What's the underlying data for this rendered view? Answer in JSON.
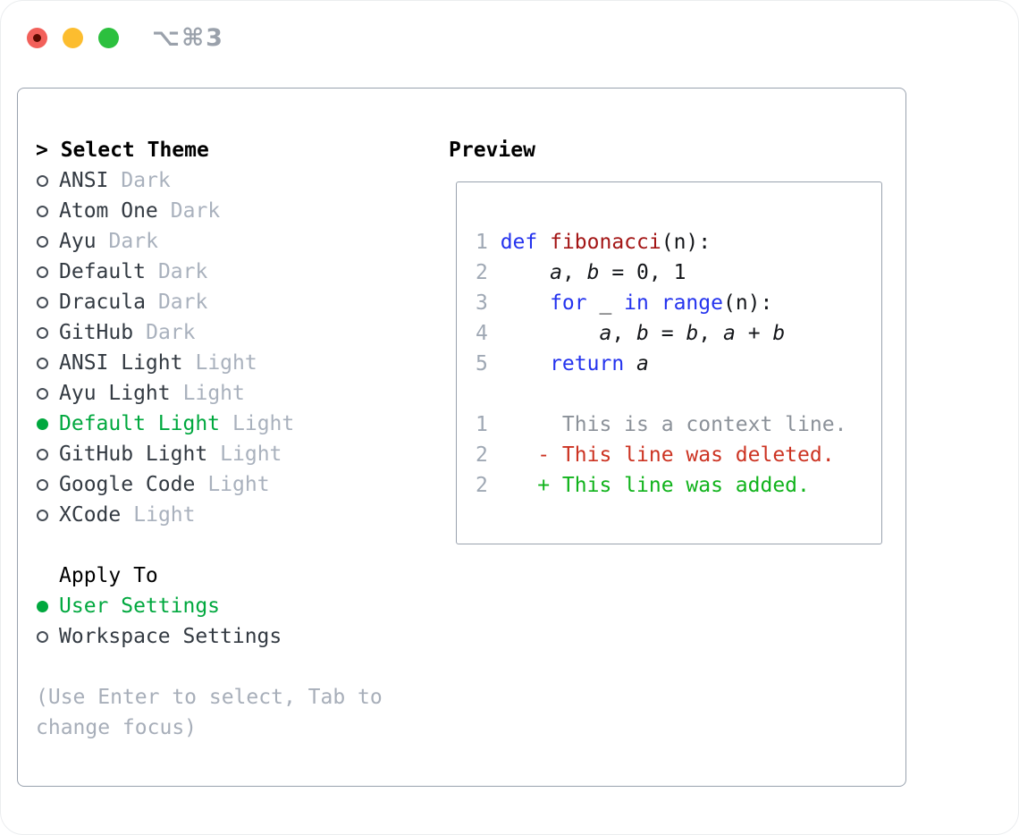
{
  "window": {
    "shortcut_label": "⌥⌘3",
    "traffic_lights": [
      {
        "name": "close",
        "color": "#f2605a"
      },
      {
        "name": "minimize",
        "color": "#fcbd2f"
      },
      {
        "name": "zoom",
        "color": "#2cc03e"
      }
    ]
  },
  "theme_panel": {
    "prompt": ">",
    "title": "Select Theme",
    "items": [
      {
        "name": "ANSI",
        "variant": "Dark",
        "selected": false
      },
      {
        "name": "Atom One",
        "variant": "Dark",
        "selected": false
      },
      {
        "name": "Ayu",
        "variant": "Dark",
        "selected": false
      },
      {
        "name": "Default",
        "variant": "Dark",
        "selected": false
      },
      {
        "name": "Dracula",
        "variant": "Dark",
        "selected": false
      },
      {
        "name": "GitHub",
        "variant": "Dark",
        "selected": false
      },
      {
        "name": "ANSI Light",
        "variant": "Light",
        "selected": false
      },
      {
        "name": "Ayu Light",
        "variant": "Light",
        "selected": false
      },
      {
        "name": "Default Light",
        "variant": "Light",
        "selected": true
      },
      {
        "name": "GitHub Light",
        "variant": "Light",
        "selected": false
      },
      {
        "name": "Google Code",
        "variant": "Light",
        "selected": false
      },
      {
        "name": "XCode",
        "variant": "Light",
        "selected": false
      }
    ],
    "apply_to": {
      "title": "Apply To",
      "options": [
        {
          "label": "User Settings",
          "selected": true
        },
        {
          "label": "Workspace Settings",
          "selected": false
        }
      ]
    },
    "help": "(Use Enter to select, Tab to change focus)"
  },
  "preview": {
    "title": "Preview",
    "lines": [
      {
        "num": "1",
        "segs": [
          [
            "kw",
            "def"
          ],
          [
            "pl",
            " "
          ],
          [
            "fn",
            "fibonacci"
          ],
          [
            "pl",
            "(n):"
          ]
        ]
      },
      {
        "num": "2",
        "segs": [
          [
            "pl",
            "    "
          ],
          [
            "var",
            "a"
          ],
          [
            "pl",
            ", "
          ],
          [
            "var",
            "b"
          ],
          [
            "pl",
            " = 0, 1"
          ]
        ]
      },
      {
        "num": "3",
        "segs": [
          [
            "pl",
            "    "
          ],
          [
            "kw",
            "for"
          ],
          [
            "pl",
            " _ "
          ],
          [
            "kw",
            "in"
          ],
          [
            "pl",
            " "
          ],
          [
            "kw",
            "range"
          ],
          [
            "pl",
            "(n):"
          ]
        ]
      },
      {
        "num": "4",
        "segs": [
          [
            "pl",
            "        "
          ],
          [
            "var",
            "a"
          ],
          [
            "pl",
            ", "
          ],
          [
            "var",
            "b"
          ],
          [
            "pl",
            " = "
          ],
          [
            "var",
            "b"
          ],
          [
            "pl",
            ", "
          ],
          [
            "var",
            "a"
          ],
          [
            "pl",
            " + "
          ],
          [
            "var",
            "b"
          ]
        ]
      },
      {
        "num": "5",
        "segs": [
          [
            "pl",
            "    "
          ],
          [
            "kw",
            "return"
          ],
          [
            "pl",
            " "
          ],
          [
            "var",
            "a"
          ]
        ]
      },
      {
        "num": "",
        "segs": []
      },
      {
        "num": "1",
        "segs": [
          [
            "ctx",
            "     This is a context line."
          ]
        ]
      },
      {
        "num": "2",
        "segs": [
          [
            "del",
            "   - This line was deleted."
          ]
        ]
      },
      {
        "num": "2",
        "segs": [
          [
            "add",
            "   + This line was added."
          ]
        ]
      }
    ]
  },
  "colors": {
    "selection_green": "#00a83e",
    "added_green": "#10b31b",
    "deleted_red": "#cc3322",
    "keyword_blue": "#2433ee",
    "function_red": "#a31515",
    "context_gray": "#8b9199",
    "line_number_gray": "#9fa8b4",
    "badge_gray": "#a9b1bd",
    "help_gray": "#a7aeb9",
    "panel_border": "#99a2ae"
  }
}
